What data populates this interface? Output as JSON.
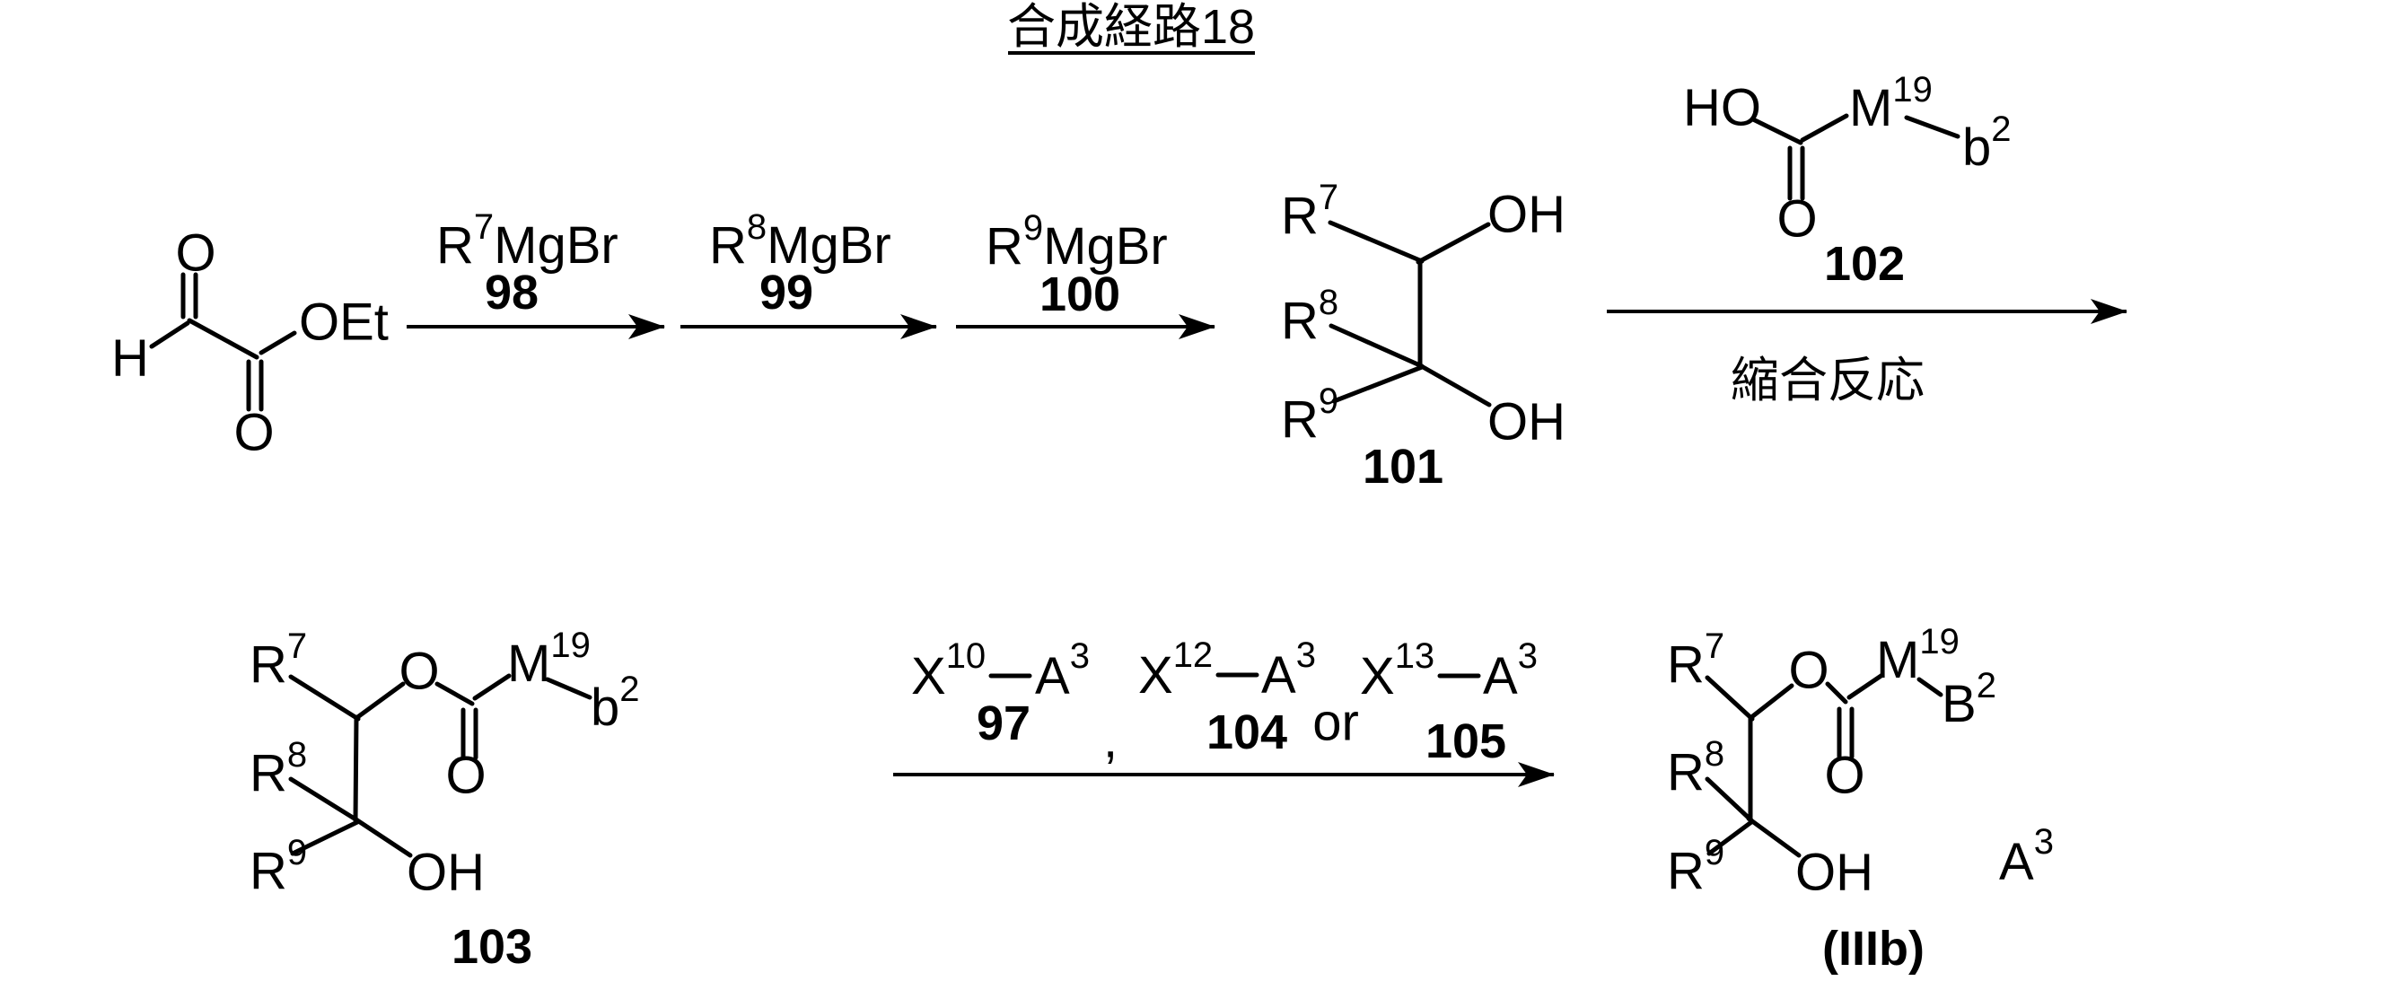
{
  "title": "合成経路18",
  "colors": {
    "ink": "#000000",
    "background": "#ffffff"
  },
  "molecules": {
    "glyoxylate": {
      "o_top": "O",
      "h": "H",
      "o_bottom": "O",
      "oet": "OEt"
    },
    "diol": {
      "r7": "R",
      "r7_sup": "7",
      "oh_top": "OH",
      "r8": "R",
      "r8_sup": "8",
      "r9": "R",
      "r9_sup": "9",
      "oh_bottom": "OH",
      "number": "101"
    },
    "acid": {
      "ho": "HO",
      "o_carbonyl": "O",
      "m": "M",
      "m_sup": "19",
      "b": "b",
      "b_sup": "2",
      "number": "102"
    },
    "ester": {
      "r7": "R",
      "r7_sup": "7",
      "o_ester": "O",
      "o_carbonyl": "O",
      "m": "M",
      "m_sup": "19",
      "b": "b",
      "b_sup": "2",
      "r8": "R",
      "r8_sup": "8",
      "r9": "R",
      "r9_sup": "9",
      "oh": "OH",
      "number": "103"
    },
    "product": {
      "r7": "R",
      "r7_sup": "7",
      "o_ester": "O",
      "o_carbonyl": "O",
      "m": "M",
      "m_sup": "19",
      "b": "B",
      "b_sup": "2",
      "r8": "R",
      "r8_sup": "8",
      "r9": "R",
      "r9_sup": "9",
      "oh": "OH",
      "a": "A",
      "a_sup": "3",
      "number": "(IIIb)"
    }
  },
  "steps": {
    "step1": {
      "r": "R",
      "sup": "7",
      "rest": "MgBr",
      "number": "98"
    },
    "step2": {
      "r": "R",
      "sup": "8",
      "rest": "MgBr",
      "number": "99"
    },
    "step3": {
      "r": "R",
      "sup": "9",
      "rest": "MgBr",
      "number": "100"
    },
    "condensation": {
      "condition": "縮合反応"
    },
    "alkylation": {
      "halide1": {
        "x": "X",
        "x_sup": "10",
        "a": "A",
        "a_sup": "3",
        "number": "97"
      },
      "separator": ",",
      "halide2": {
        "x": "X",
        "x_sup": "12",
        "a": "A",
        "a_sup": "3",
        "number": "104"
      },
      "conjunction": "or",
      "halide3": {
        "x": "X",
        "x_sup": "13",
        "a": "A",
        "a_sup": "3",
        "number": "105"
      }
    }
  }
}
